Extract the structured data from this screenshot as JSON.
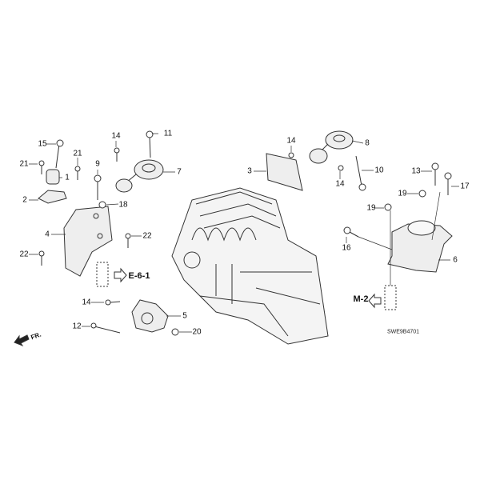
{
  "diagram": {
    "callouts": [
      {
        "id": "c15",
        "text": "15"
      },
      {
        "id": "c21a",
        "text": "21"
      },
      {
        "id": "c21b",
        "text": "21"
      },
      {
        "id": "c1",
        "text": "1"
      },
      {
        "id": "c2",
        "text": "2"
      },
      {
        "id": "c9",
        "text": "9"
      },
      {
        "id": "c14a",
        "text": "14"
      },
      {
        "id": "c11",
        "text": "11"
      },
      {
        "id": "c7",
        "text": "7"
      },
      {
        "id": "c18",
        "text": "18"
      },
      {
        "id": "c4",
        "text": "4"
      },
      {
        "id": "c22a",
        "text": "22"
      },
      {
        "id": "c22b",
        "text": "22"
      },
      {
        "id": "c14b",
        "text": "14"
      },
      {
        "id": "c5",
        "text": "5"
      },
      {
        "id": "c12",
        "text": "12"
      },
      {
        "id": "c20",
        "text": "20"
      },
      {
        "id": "c14c",
        "text": "14"
      },
      {
        "id": "c8",
        "text": "8"
      },
      {
        "id": "c3",
        "text": "3"
      },
      {
        "id": "c10",
        "text": "10"
      },
      {
        "id": "c14d",
        "text": "14"
      },
      {
        "id": "c13",
        "text": "13"
      },
      {
        "id": "c17",
        "text": "17"
      },
      {
        "id": "c19a",
        "text": "19"
      },
      {
        "id": "c19b",
        "text": "19"
      },
      {
        "id": "c16",
        "text": "16"
      },
      {
        "id": "c6",
        "text": "6"
      }
    ],
    "references": {
      "e61": "E-6-1",
      "m2": "M-2"
    },
    "front_indicator": "FR.",
    "diagram_code": "SWE9B4701"
  }
}
